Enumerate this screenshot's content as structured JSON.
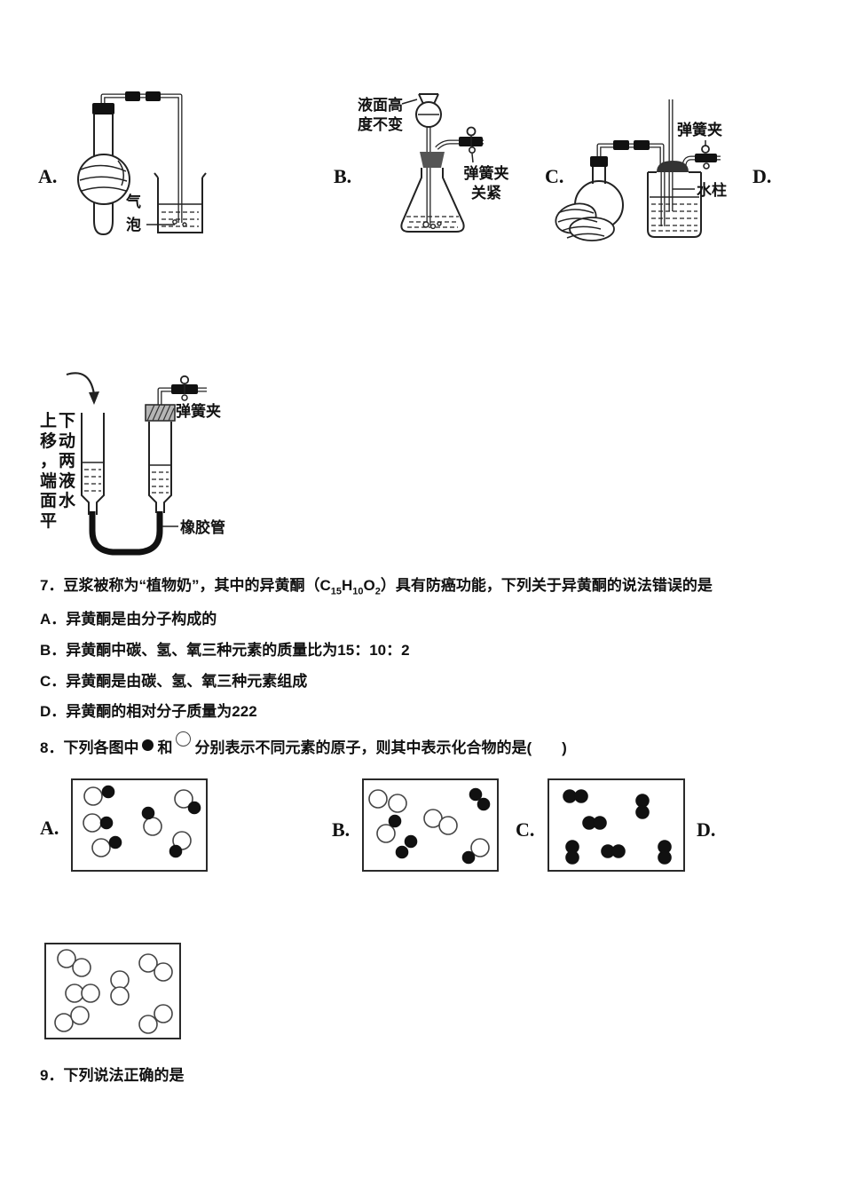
{
  "fig1": {
    "labels": {
      "a": "A.",
      "b": "B.",
      "c": "C.",
      "d": "D."
    },
    "a": {
      "bubbles": "气泡"
    },
    "b": {
      "level": "液面高度不变",
      "clip": "弹簧夹关紧"
    },
    "c": {
      "clip": "弹簧夹",
      "water": "水柱"
    }
  },
  "fig2": {
    "move": "上下移动，两端液面水平",
    "clip": "弹簧夹",
    "rubber": "橡胶管"
  },
  "q7": {
    "number": "7．",
    "before": "豆浆被称为“植物奶”，其中的异黄酮（",
    "formula": [
      "C",
      "15",
      "H",
      "10",
      "O",
      "2"
    ],
    "after": "）具有防癌功能，下列关于异黄酮的说法错误的是",
    "options": [
      {
        "label": "A．",
        "text": "异黄酮是由分子构成的"
      },
      {
        "label": "B．",
        "text": "异黄酮中碳、氢、氧三种元素的质量比为15：10：2"
      },
      {
        "label": "C．",
        "text": "异黄酮是由碳、氢、氧三种元素组成"
      },
      {
        "label": "D．",
        "text": "异黄酮的相对分子质量为222"
      }
    ]
  },
  "q8": {
    "number": "8．",
    "before": "下列各图中",
    "mid": "和",
    "after": "分别表示不同元素的原子，则其中表示化合物的是(　　)",
    "labels": {
      "a": "A.",
      "b": "B.",
      "c": "C.",
      "d": "D."
    },
    "boxes": {
      "a": {
        "circles": [
          [
            23,
            18,
            10,
            0
          ],
          [
            40,
            13,
            6.5,
            1
          ],
          [
            22,
            48,
            10,
            0
          ],
          [
            38,
            48,
            6.5,
            1
          ],
          [
            32,
            76,
            10,
            0
          ],
          [
            48,
            70,
            6.5,
            1
          ],
          [
            90,
            52,
            10,
            0
          ],
          [
            85,
            37,
            6.5,
            1
          ],
          [
            125,
            21,
            10,
            0
          ],
          [
            137,
            31,
            6.5,
            1
          ],
          [
            123,
            68,
            10,
            0
          ],
          [
            116,
            80,
            6.5,
            1
          ]
        ]
      },
      "b": {
        "circles": [
          [
            16,
            21,
            10,
            0
          ],
          [
            38,
            26,
            10,
            0
          ],
          [
            126,
            16,
            6.5,
            1
          ],
          [
            135,
            27,
            6.5,
            1
          ],
          [
            25,
            60,
            10,
            0
          ],
          [
            35,
            46,
            6.5,
            1
          ],
          [
            78,
            43,
            10,
            0
          ],
          [
            95,
            51,
            10,
            0
          ],
          [
            53,
            69,
            6.5,
            1
          ],
          [
            43,
            81,
            6.5,
            1
          ],
          [
            131,
            76,
            10,
            0
          ],
          [
            118,
            87,
            6.5,
            1
          ]
        ]
      },
      "c": {
        "circles": [
          [
            23,
            18,
            7,
            1
          ],
          [
            36,
            18,
            7,
            1
          ],
          [
            105,
            23,
            7,
            1
          ],
          [
            105,
            36,
            7,
            1
          ],
          [
            45,
            48,
            7,
            1
          ],
          [
            57,
            48,
            7,
            1
          ],
          [
            26,
            75,
            7,
            1
          ],
          [
            26,
            87,
            7,
            1
          ],
          [
            66,
            80,
            7,
            1
          ],
          [
            78,
            80,
            7,
            1
          ],
          [
            130,
            75,
            7,
            1
          ],
          [
            130,
            87,
            7,
            1
          ]
        ]
      },
      "d": {
        "circles": [
          [
            23,
            16,
            10,
            0
          ],
          [
            40,
            26,
            10,
            0
          ],
          [
            115,
            21,
            10,
            0
          ],
          [
            132,
            31,
            10,
            0
          ],
          [
            32,
            55,
            10,
            0
          ],
          [
            50,
            55,
            10,
            0
          ],
          [
            83,
            40,
            10,
            0
          ],
          [
            83,
            58,
            10,
            0
          ],
          [
            20,
            88,
            10,
            0
          ],
          [
            38,
            80,
            10,
            0
          ],
          [
            115,
            90,
            10,
            0
          ],
          [
            132,
            78,
            10,
            0
          ]
        ]
      }
    }
  },
  "q9": {
    "number": "9．",
    "text": "下列说法正确的是"
  }
}
